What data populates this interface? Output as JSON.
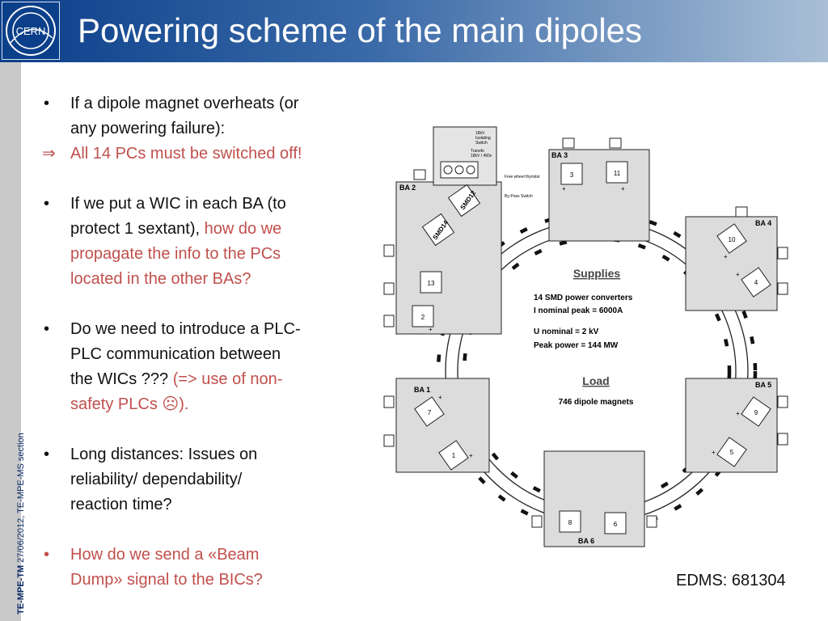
{
  "header": {
    "title": "Powering scheme of the main dipoles",
    "logo_text": "CERN"
  },
  "footer": {
    "org": "TE-MPE-TM",
    "rest": " 27/06/2012, TE-MPE-MS section"
  },
  "bullets": {
    "b1_line1": "If a dipole magnet overheats (or",
    "b1_line2": "any powering failure):",
    "b1_arrow": "⇒",
    "b1_result": "All 14 PCs must be switched off!",
    "b2_line1": "If we put a WIC in each BA (to",
    "b2_line2_black": "protect 1 sextant), ",
    "b2_line2_red": "how do we",
    "b2_line3": "propagate the info to the PCs",
    "b2_line4": "located in the other BAs?",
    "b3_line1": "Do we need to introduce a PLC-",
    "b3_line2": "PLC communication between",
    "b3_line3_black": "the WICs ??? ",
    "b3_line3_red": "(=> use of non-",
    "b3_line4": "safety PLCs ☹).",
    "b4_line1": "Long distances: Issues on",
    "b4_line2": "reliability/ dependability/",
    "b4_line3": "reaction time?",
    "b5_line1": "How do we send a «Beam",
    "b5_line2": "Dump» signal to the BICs?",
    "bullet_glyph": "•"
  },
  "diagram": {
    "ba1": "BA 1",
    "ba2": "BA 2",
    "ba3": "BA 3",
    "ba4": "BA 4",
    "ba5": "BA 5",
    "ba6": "BA 6",
    "pc1": "1",
    "pc2": "2",
    "pc3": "3",
    "pc4": "4",
    "pc5": "5",
    "pc6": "6",
    "pc7": "7",
    "pc8": "8",
    "pc9": "9",
    "pc10": "10",
    "pc11": "11",
    "pc13": "13",
    "smd12": "SMD12",
    "smd14": "SMD14",
    "supplies_title": "Supplies",
    "supplies_l1": "14 SMD power converters",
    "supplies_l2": "I nominal peak = 6000A",
    "supplies_l3": "U nominal = 2 kV",
    "supplies_l4": "Peak power = 144 MW",
    "load_title": "Load",
    "load_l1": "746 dipole magnets",
    "switch_label1": "18kV",
    "switch_label2": "Isolating",
    "switch_label3": "Switch",
    "transfo_label1": "Transfo",
    "transfo_label2": "18kV / 450v",
    "freewheel_label": "Free wheel thyristor",
    "bypass_label": "By-Pass Switch",
    "plus": "+"
  },
  "edms": "EDMS: 681304"
}
